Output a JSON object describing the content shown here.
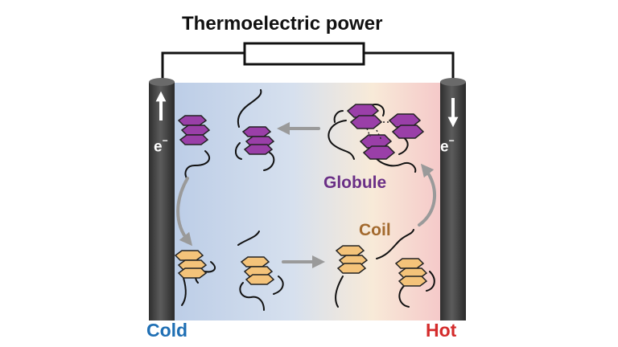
{
  "title": "Thermoelectric power",
  "labels": {
    "cold": "Cold",
    "hot": "Hot",
    "globule": "Globule",
    "coil": "Coil",
    "electron_left": "e",
    "electron_right": "e",
    "electron_superscript": "−"
  },
  "colors": {
    "cold": "#1f6fb4",
    "hot": "#d42c2c",
    "globule": "#6a2f86",
    "coil": "#a36a2e",
    "globule_molecule": "#9a3fa8",
    "coil_molecule": "#f4c37a",
    "electrode": "#4a4a4a",
    "arrow": "#9a9a9a"
  }
}
